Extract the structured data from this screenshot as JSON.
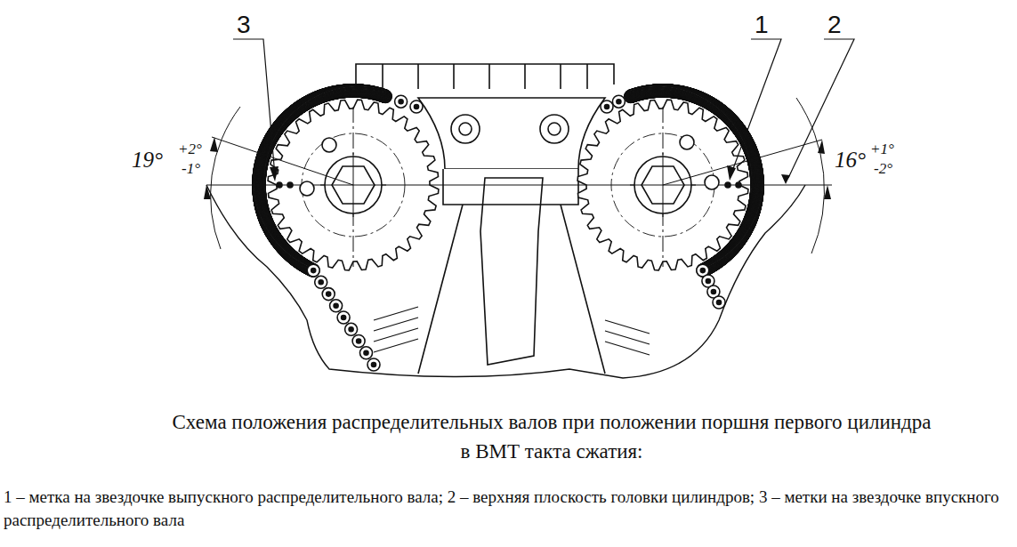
{
  "diagram": {
    "caption": "Схема положения распределительных валов при положении поршня первого цилиндра в ВМТ такта сжатия:",
    "labels": [
      "3",
      "1",
      "2",
      "19°",
      "+2°",
      "-1°",
      "16°",
      "+1°",
      "-2°",
      "1 – метка на звездочке выпускного распределительного вала; 2 – верхняя плоскость головки цилиндров; 3 – метки на звездочке впускного распределительного вала"
    ]
  }
}
